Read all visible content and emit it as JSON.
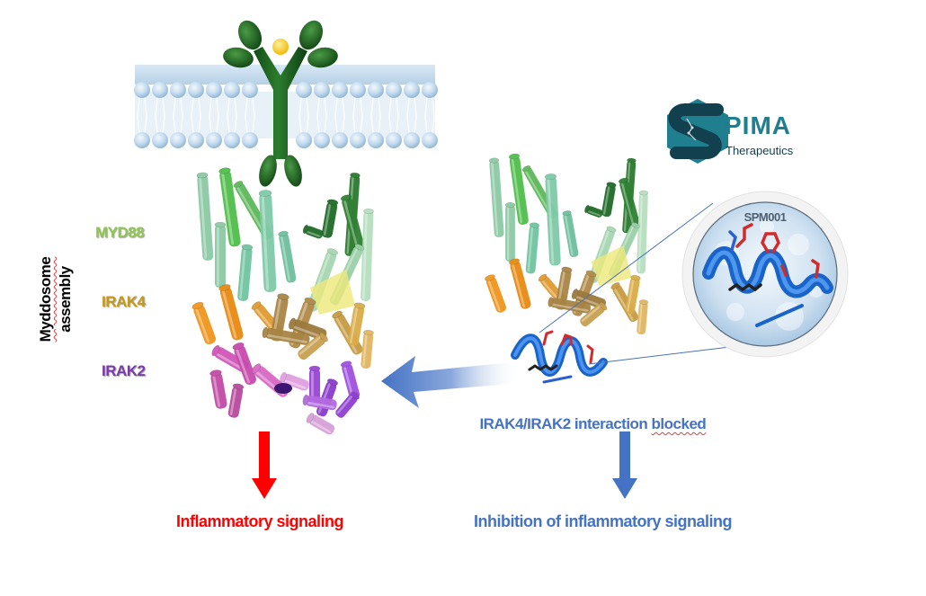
{
  "logo": {
    "brand": "PIMA",
    "tagline": "Therapeutics",
    "icon": "spima-s-hexagon-logo-icon",
    "color_dark": "#13404f",
    "color_teal": "#1f7f8f"
  },
  "labels": {
    "axis_label_line1": "Myddosome",
    "axis_label_line2": "assembly",
    "myd88": "MYD88",
    "irak4": "IRAK4",
    "irak2": "IRAK2",
    "spm001": "SPM001",
    "blocked_prefix": "IRAK4/IRAK2 interaction ",
    "blocked_suffix": "blocked",
    "left_outcome": "Inflammatory signaling",
    "right_outcome": "Inhibition of inflammatory signaling"
  },
  "colors": {
    "myd88": "#8fc750",
    "irak4": "#c49a1a",
    "irak2": "#7a3aa8",
    "red": "#ff0000",
    "blue": "#4472c4",
    "peptide_blue": "#1f6fd6",
    "membrane": "#bcd6ea",
    "receptor": "#1d5e1f",
    "ligand": "#f7c21a"
  },
  "icons": {
    "receptor": "tlr-receptor-icon",
    "membrane": "lipid-bilayer-icon",
    "left_complex": "myddosome-structure-icon",
    "right_complex": "blocked-myddosome-structure-icon",
    "peptide_zoom": "peptide-magnifier-icon",
    "left_arrow_down": "red-down-arrow-icon",
    "right_arrow_down": "blue-down-arrow-icon",
    "block_arrow": "gradient-left-arrow-icon"
  }
}
